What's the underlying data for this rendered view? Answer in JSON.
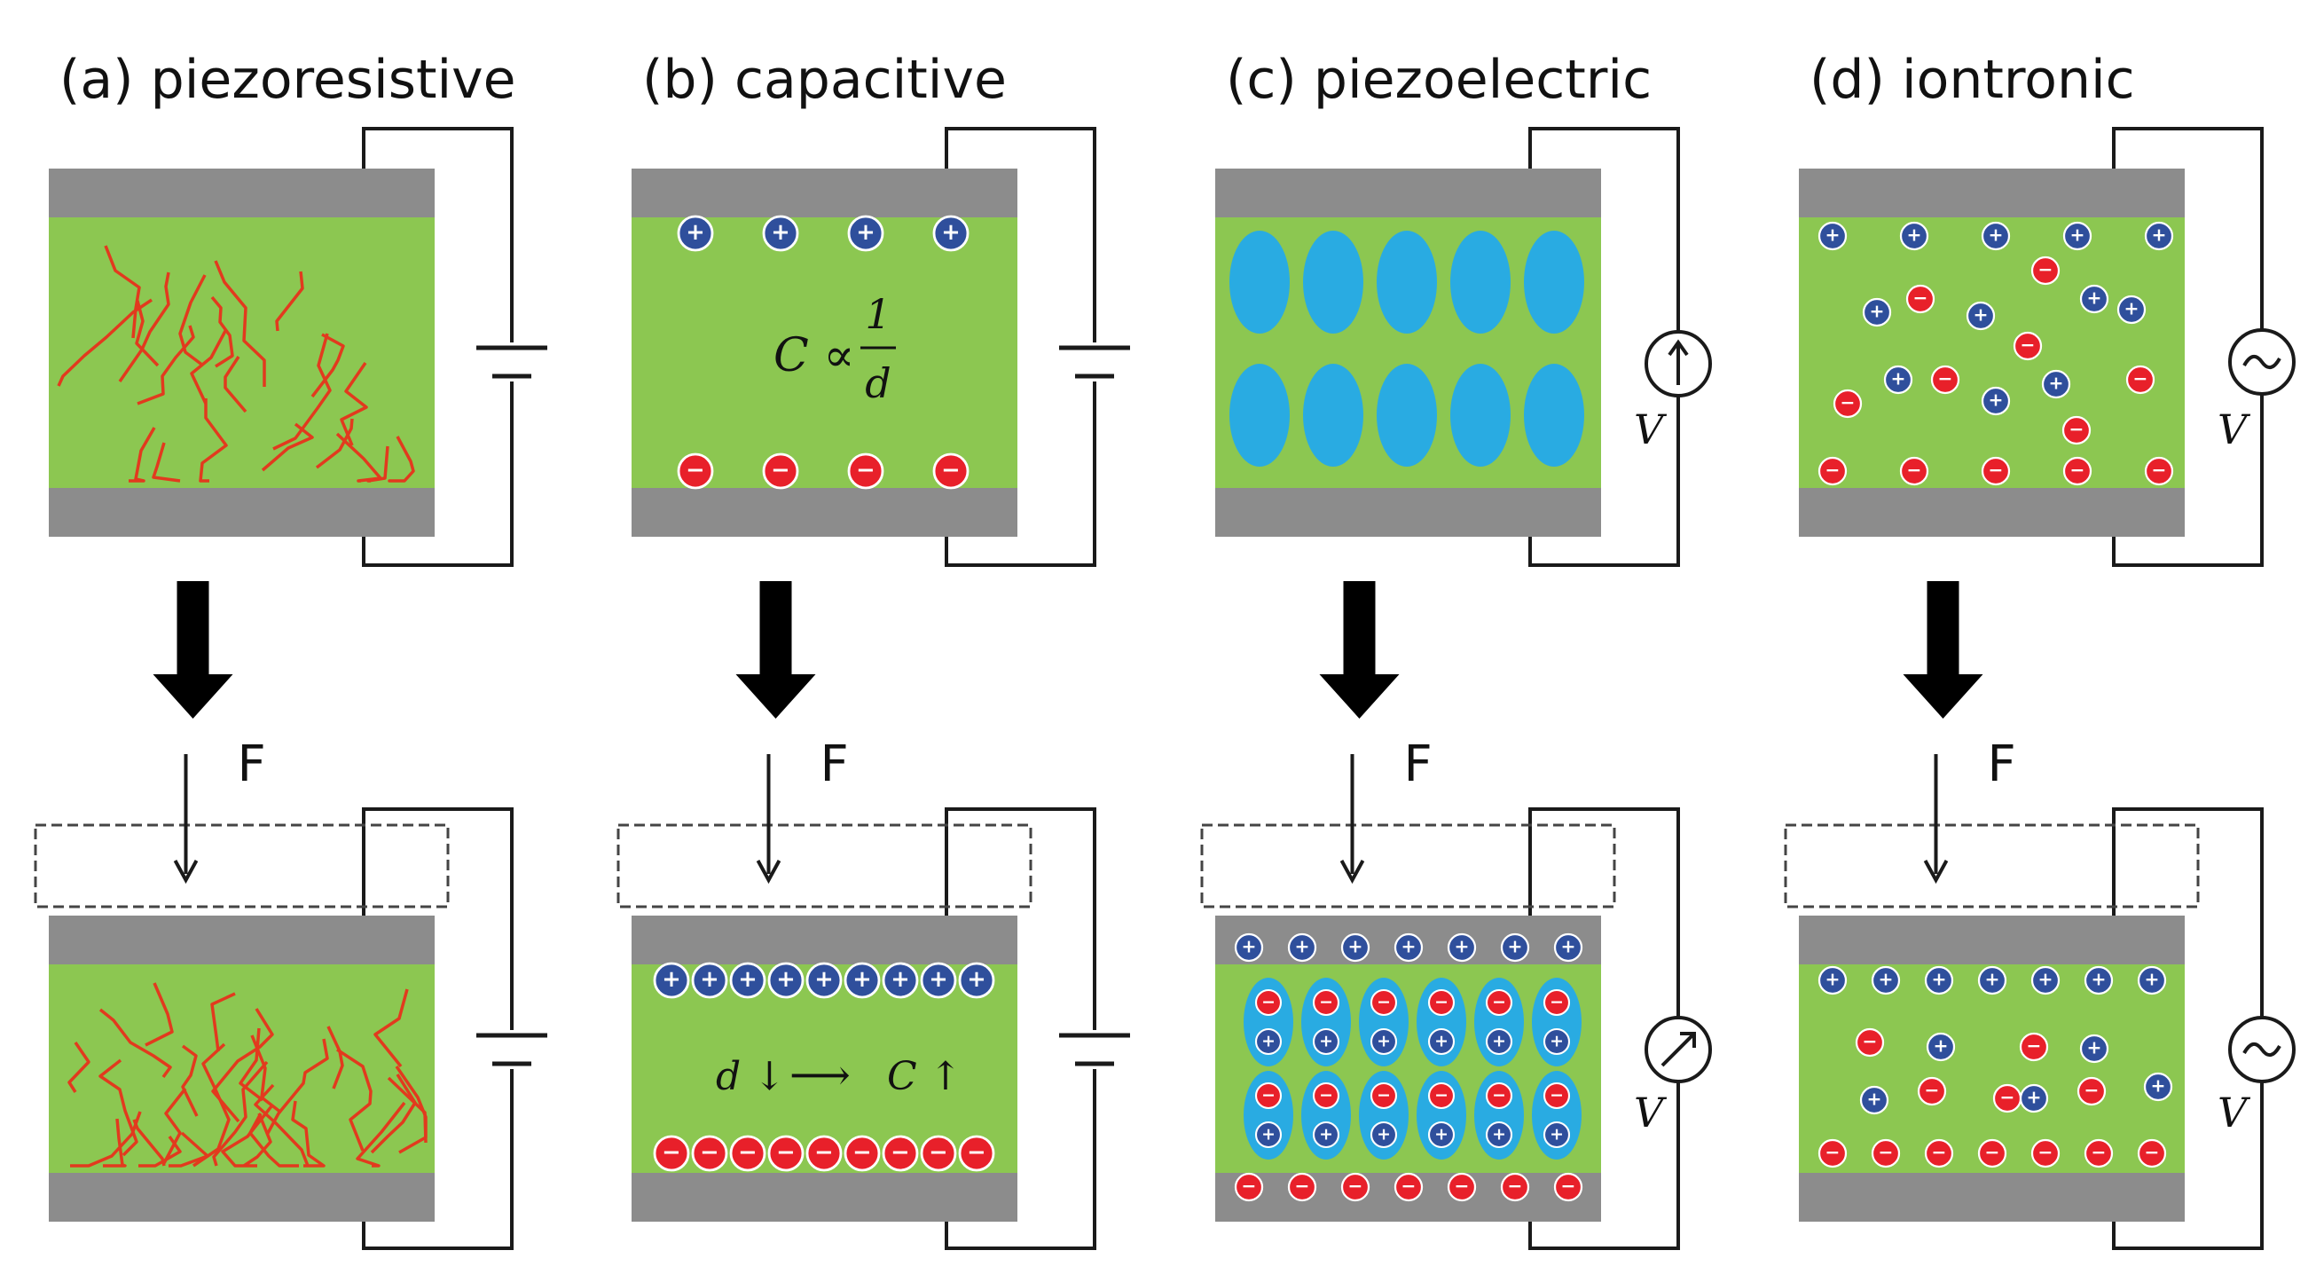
{
  "colors": {
    "electrode": "#8c8c8c",
    "dielectric": "#8cc751",
    "wire": "#1a1a1a",
    "positive_ion": "#2f4f9c",
    "negative_ion": "#e8202a",
    "crack": "#e23a1e",
    "domain": "#29abe2"
  },
  "panels": [
    {
      "id": "a",
      "title": "(a) piezoresistive",
      "force_label": "F",
      "source_icon": "battery-icon"
    },
    {
      "id": "b",
      "title": "(b) capacitive",
      "force_label": "F",
      "source_icon": "battery-icon",
      "formula": {
        "lhs": "C ∝",
        "numerator": "1",
        "denominator": "d"
      },
      "relation": {
        "left": "d ↓",
        "arrow": "⟶",
        "right": "C ↑"
      }
    },
    {
      "id": "c",
      "title": "(c) piezoelectric",
      "force_label": "F",
      "source_icon": "voltmeter-icon",
      "source_label": "V"
    },
    {
      "id": "d",
      "title": "(d) iontronic",
      "force_label": "F",
      "source_icon": "ac-source-icon",
      "source_label": "V"
    }
  ],
  "signs": {
    "positive": "+",
    "negative": "−"
  }
}
